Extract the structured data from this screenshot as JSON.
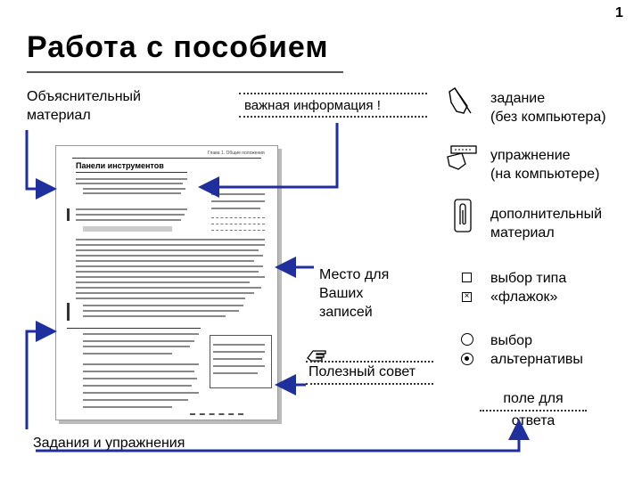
{
  "page": {
    "number": "1",
    "title": "Работа с пособием"
  },
  "labels": {
    "explanatory": [
      "Объяснительный",
      "материал"
    ],
    "important": "важная информация !",
    "task": [
      "задание",
      "(без компьютера)"
    ],
    "exercise": [
      "упражнение",
      "(на компьютере)"
    ],
    "additional": [
      "дополнительный",
      "материал"
    ],
    "notes_place": [
      "Место для",
      "Ваших",
      "записей"
    ],
    "checkbox_choice": [
      "выбор типа",
      "«флажок»"
    ],
    "radio_choice": [
      "выбор",
      "альтернативы"
    ],
    "useful_tip": "Полезный совет",
    "answer_field": [
      "поле для",
      "ответа"
    ],
    "tasks_exercises": "Задания и упражнения"
  },
  "document": {
    "header": "Глава 1. Общие положения",
    "heading": "Панели инструментов"
  },
  "icons": [
    "pen-hand-icon",
    "keyboard-hand-icon",
    "paperclip-icon",
    "checkbox-empty-icon",
    "checkbox-checked-icon",
    "radio-empty-icon",
    "radio-selected-icon",
    "pointing-hand-icon"
  ],
  "colors": {
    "arrow": "#1f2f9e",
    "text": "#000000"
  }
}
